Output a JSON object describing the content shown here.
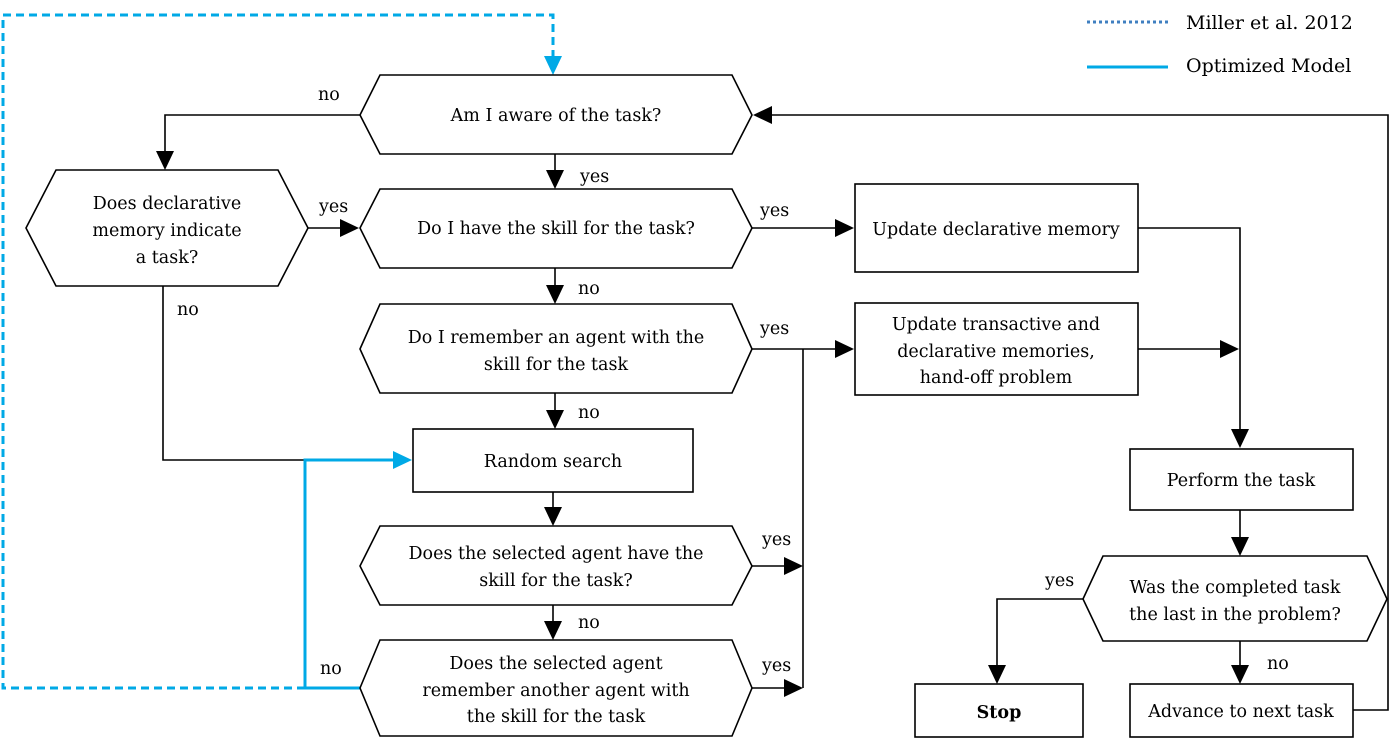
{
  "legend": {
    "dashed": "Miller et al. 2012",
    "solid": "Optimized Model",
    "colors": {
      "blue": "#00a9e6",
      "dotted": "#3f7fc0"
    }
  },
  "nodes": {
    "aware": [
      "Am I aware of the task?"
    ],
    "declarative": [
      "Does declarative",
      "memory indicate",
      "a task?"
    ],
    "skill": [
      "Do I have the skill for the task?"
    ],
    "remember": [
      "Do I remember an agent with the",
      "skill for the task"
    ],
    "random": [
      "Random search"
    ],
    "selected_skill": [
      "Does the selected agent have the",
      "skill for the task?"
    ],
    "selected_remember": [
      "Does the selected agent",
      "remember another agent with",
      "the skill for the task"
    ],
    "update_decl": [
      "Update declarative memory"
    ],
    "update_trans": [
      "Update transactive and",
      "declarative memories,",
      "hand-off problem"
    ],
    "perform": [
      "Perform the task"
    ],
    "last": [
      "Was the completed task",
      "the last in the problem?"
    ],
    "stop": [
      "Stop"
    ],
    "advance": [
      "Advance to next task"
    ]
  },
  "edge_labels": {
    "aware_no": "no",
    "aware_yes": "yes",
    "decl_yes": "yes",
    "decl_no": "no",
    "skill_yes": "yes",
    "skill_no": "no",
    "remember_yes": "yes",
    "remember_no": "no",
    "selected_skill_yes": "yes",
    "selected_skill_no": "no",
    "selected_remember_yes": "yes",
    "selected_remember_no": "no",
    "last_yes": "yes",
    "last_no": "no"
  }
}
